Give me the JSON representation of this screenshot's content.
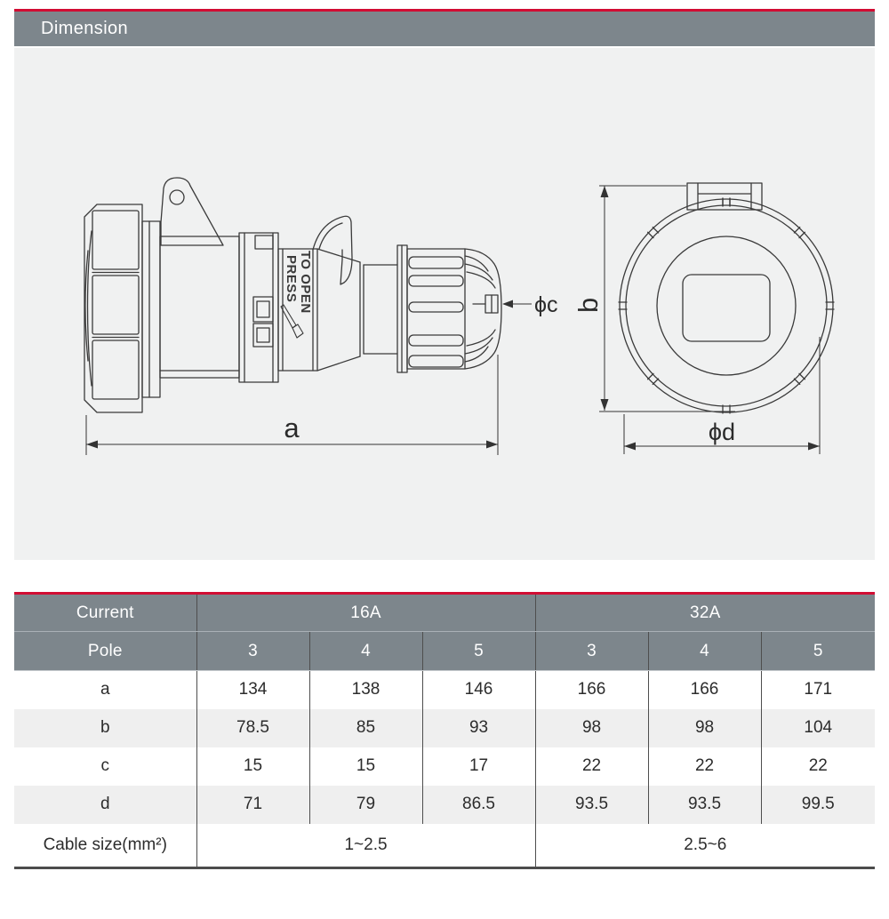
{
  "header": {
    "title": "Dimension"
  },
  "colors": {
    "accent_red": "#d10d33",
    "header_gray": "#7d868c",
    "panel_gray": "#f0f1f1",
    "row_alt_gray": "#efefef",
    "line_dark": "#4c4c4c"
  },
  "drawing": {
    "press_line1": "PRESS",
    "press_line2": "TO OPEN",
    "dim_a": "a",
    "dim_b": "b",
    "phi_c": "ϕc",
    "phi_d": "ϕd"
  },
  "table": {
    "current_label": "Current",
    "pole_label": "Pole",
    "groups": [
      {
        "label": "16A",
        "poles": [
          "3",
          "4",
          "5"
        ]
      },
      {
        "label": "32A",
        "poles": [
          "3",
          "4",
          "5"
        ]
      }
    ],
    "rows": [
      {
        "label": "a",
        "values": [
          "134",
          "138",
          "146",
          "166",
          "166",
          "171"
        ]
      },
      {
        "label": "b",
        "values": [
          "78.5",
          "85",
          "93",
          "98",
          "98",
          "104"
        ]
      },
      {
        "label": "c",
        "values": [
          "15",
          "15",
          "17",
          "22",
          "22",
          "22"
        ]
      },
      {
        "label": "d",
        "values": [
          "71",
          "79",
          "86.5",
          "93.5",
          "93.5",
          "99.5"
        ]
      }
    ],
    "cable_label": "Cable size(mm²)",
    "cable_values": [
      "1~2.5",
      "2.5~6"
    ]
  }
}
